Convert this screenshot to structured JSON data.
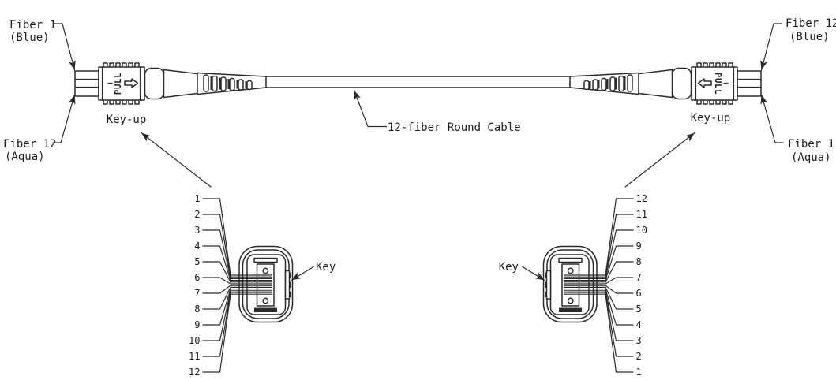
{
  "colors": {
    "line": "#2b2b2b",
    "text": "#1c1c1c",
    "background": "#ffffff"
  },
  "end_a": {
    "top_fiber": "Fiber 1",
    "top_color": "(Blue)",
    "bottom_fiber": "Fiber 12",
    "bottom_color": "(Aqua)",
    "orientation_label": "Key-up",
    "pull_tab": "PULL"
  },
  "end_b": {
    "top_fiber": "Fiber 12",
    "top_color": "(Blue)",
    "bottom_fiber": "Fiber 1",
    "bottom_color": "(Aqua)",
    "orientation_label": "Key-up",
    "pull_tab": "PULL"
  },
  "cable": {
    "label": "12-fiber Round Cable"
  },
  "face_a": {
    "key_label": "Key",
    "fiber_numbers": [
      "1",
      "2",
      "3",
      "4",
      "5",
      "6",
      "7",
      "8",
      "9",
      "10",
      "11",
      "12"
    ]
  },
  "face_b": {
    "key_label": "Key",
    "fiber_numbers": [
      "12",
      "11",
      "10",
      "9",
      "8",
      "7",
      "6",
      "5",
      "4",
      "3",
      "2",
      "1"
    ]
  }
}
